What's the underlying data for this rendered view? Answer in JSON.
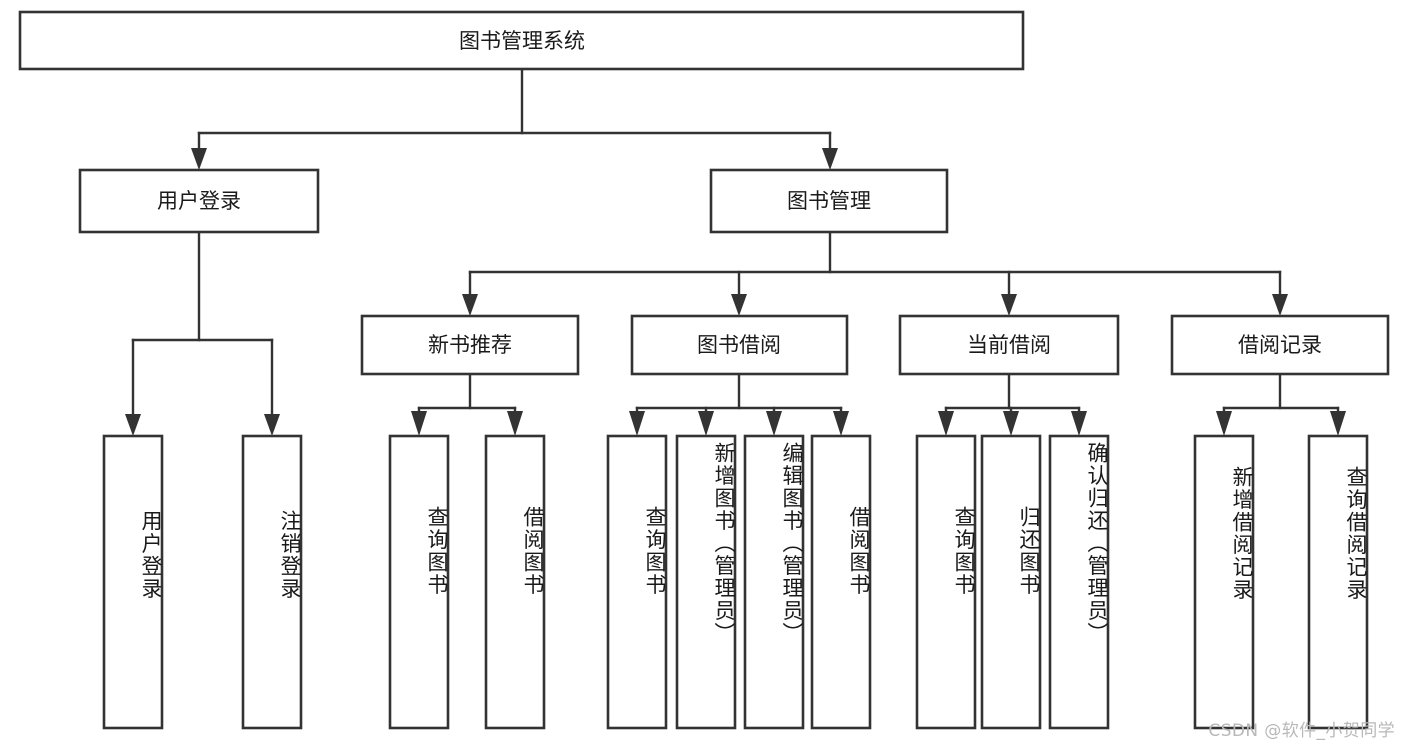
{
  "diagram": {
    "type": "tree",
    "title": "图书管理系统",
    "watermark": "CSDN @软件_小贺同学",
    "colors": {
      "stroke": "#333333",
      "fill": "#ffffff",
      "text": "#1a1a1a",
      "watermark": "#b8b8b8",
      "background": "#ffffff"
    },
    "root": {
      "label": "图书管理系统"
    },
    "level2": [
      {
        "id": "user-login",
        "label": "用户登录"
      },
      {
        "id": "book-manage",
        "label": "图书管理"
      }
    ],
    "level3": [
      {
        "id": "new-book-recommend",
        "label": "新书推荐",
        "parent": "book-manage"
      },
      {
        "id": "book-borrow",
        "label": "图书借阅",
        "parent": "book-manage"
      },
      {
        "id": "current-borrow",
        "label": "当前借阅",
        "parent": "book-manage"
      },
      {
        "id": "borrow-record",
        "label": "借阅记录",
        "parent": "book-manage"
      }
    ],
    "leaves": [
      {
        "id": "leaf-user-login",
        "label": "用户登录",
        "parent": "user-login"
      },
      {
        "id": "leaf-logout",
        "label": "注销登录",
        "parent": "user-login"
      },
      {
        "id": "leaf-query-book-1",
        "label": "查询图书",
        "parent": "new-book-recommend"
      },
      {
        "id": "leaf-borrow-book-1",
        "label": "借阅图书",
        "parent": "new-book-recommend"
      },
      {
        "id": "leaf-query-book-2",
        "label": "查询图书",
        "parent": "book-borrow"
      },
      {
        "id": "leaf-add-book",
        "label": "新增图书（管理员）",
        "parent": "book-borrow"
      },
      {
        "id": "leaf-edit-book",
        "label": "编辑图书（管理员）",
        "parent": "book-borrow"
      },
      {
        "id": "leaf-borrow-book-2",
        "label": "借阅图书",
        "parent": "book-borrow"
      },
      {
        "id": "leaf-query-book-3",
        "label": "查询图书",
        "parent": "current-borrow"
      },
      {
        "id": "leaf-return-book",
        "label": "归还图书",
        "parent": "current-borrow"
      },
      {
        "id": "leaf-confirm-return",
        "label": "确认归还（管理员）",
        "parent": "current-borrow"
      },
      {
        "id": "leaf-add-record",
        "label": "新增借阅记录",
        "parent": "borrow-record"
      },
      {
        "id": "leaf-query-record",
        "label": "查询借阅记录",
        "parent": "borrow-record"
      }
    ]
  }
}
